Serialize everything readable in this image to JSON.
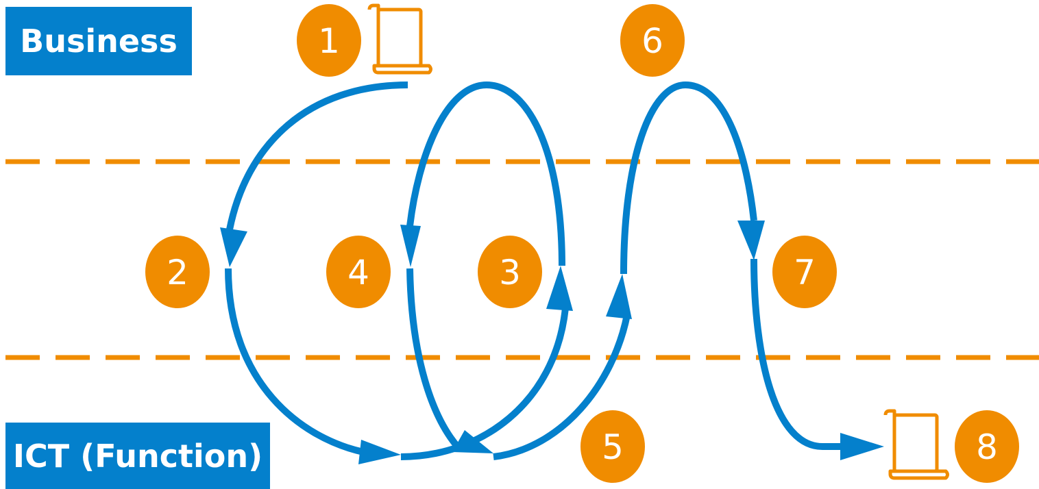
{
  "lanes": {
    "top": "Business",
    "bottom": "ICT (Function)"
  },
  "steps": [
    "1",
    "2",
    "3",
    "4",
    "5",
    "6",
    "7",
    "8"
  ],
  "colors": {
    "blue": "#0480cc",
    "orange": "#f08c00",
    "white": "#ffffff"
  },
  "icons": {
    "start": "scroll-document-icon",
    "end": "scroll-document-icon"
  }
}
